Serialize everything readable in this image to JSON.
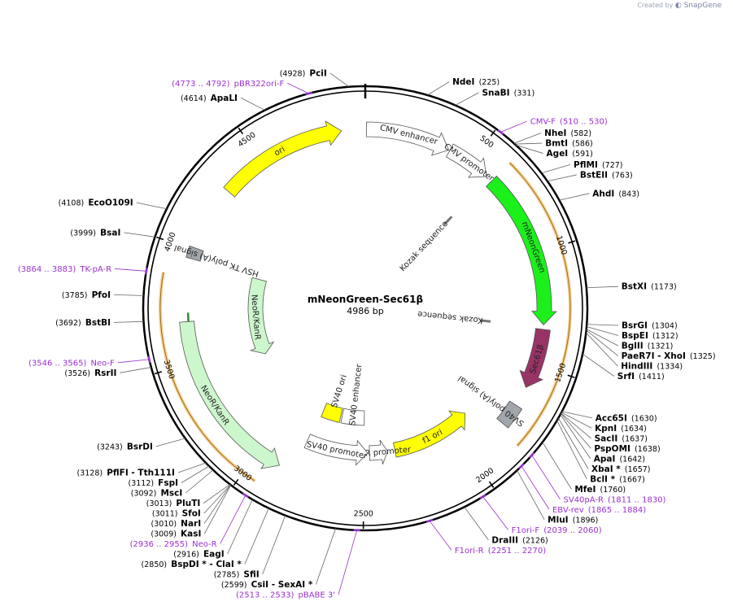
{
  "watermark": {
    "created_by": "Created by",
    "brand": "SnapGene"
  },
  "plasmid": {
    "name": "mNeonGreen-Sec61β",
    "length_label": "4986 bp",
    "length": 4986
  },
  "scale_ticks": [
    {
      "pos": 500,
      "label": "500"
    },
    {
      "pos": 1000,
      "label": "1000"
    },
    {
      "pos": 1500,
      "label": "1500"
    },
    {
      "pos": 2000,
      "label": "2000"
    },
    {
      "pos": 2500,
      "label": "2500"
    },
    {
      "pos": 3000,
      "label": "3000"
    },
    {
      "pos": 3500,
      "label": "3500"
    },
    {
      "pos": 4000,
      "label": "4000"
    },
    {
      "pos": 4500,
      "label": "4500"
    }
  ],
  "enzymes_right": [
    {
      "name": "NdeI",
      "pos": "(225)",
      "site": 225
    },
    {
      "name": "SnaBI",
      "pos": "(331)",
      "site": 331
    },
    {
      "name": "NheI",
      "pos": "(582)",
      "site": 582
    },
    {
      "name": "BmtI",
      "pos": "(586)",
      "site": 586
    },
    {
      "name": "AgeI",
      "pos": "(591)",
      "site": 591
    },
    {
      "name": "PflMI",
      "pos": "(727)",
      "site": 727
    },
    {
      "name": "BstEII",
      "pos": "(763)",
      "site": 763
    },
    {
      "name": "AhdI",
      "pos": "(843)",
      "site": 843
    },
    {
      "name": "BstXI",
      "pos": "(1173)",
      "site": 1173
    },
    {
      "name": "BsrGI",
      "pos": "(1304)",
      "site": 1304
    },
    {
      "name": "BspEI",
      "pos": "(1312)",
      "site": 1312
    },
    {
      "name": "BglII",
      "pos": "(1321)",
      "site": 1321
    },
    {
      "name": "PaeR7I - XhoI",
      "pos": "(1325)",
      "site": 1325
    },
    {
      "name": "HindIII",
      "pos": "(1334)",
      "site": 1334
    },
    {
      "name": "SrfI",
      "pos": "(1411)",
      "site": 1411
    },
    {
      "name": "Acc65I",
      "pos": "(1630)",
      "site": 1630
    },
    {
      "name": "KpnI",
      "pos": "(1634)",
      "site": 1634
    },
    {
      "name": "SacII",
      "pos": "(1637)",
      "site": 1637
    },
    {
      "name": "PspOMI",
      "pos": "(1638)",
      "site": 1638
    },
    {
      "name": "ApaI",
      "pos": "(1642)",
      "site": 1642
    },
    {
      "name": "XbaI *",
      "pos": "(1657)",
      "site": 1657
    },
    {
      "name": "BclI *",
      "pos": "(1667)",
      "site": 1667
    },
    {
      "name": "MfeI",
      "pos": "(1760)",
      "site": 1760
    },
    {
      "name": "MluI",
      "pos": "(1896)",
      "site": 1896
    },
    {
      "name": "DraIII",
      "pos": "(2126)",
      "site": 2126
    }
  ],
  "enzymes_left": [
    {
      "name": "PciI",
      "pos": "(4928)",
      "site": 4928
    },
    {
      "name": "ApaLI",
      "pos": "(4614)",
      "site": 4614
    },
    {
      "name": "EcoO109I",
      "pos": "(4108)",
      "site": 4108
    },
    {
      "name": "BsaI",
      "pos": "(3999)",
      "site": 3999
    },
    {
      "name": "PfoI",
      "pos": "(3785)",
      "site": 3785
    },
    {
      "name": "BstBI",
      "pos": "(3692)",
      "site": 3692
    },
    {
      "name": "RsrII",
      "pos": "(3526)",
      "site": 3526
    },
    {
      "name": "BsrDI",
      "pos": "(3243)",
      "site": 3243
    },
    {
      "name": "PflFI - Tth111I",
      "pos": "(3128)",
      "site": 3128
    },
    {
      "name": "FspI",
      "pos": "(3112)",
      "site": 3112
    },
    {
      "name": "MscI",
      "pos": "(3092)",
      "site": 3092
    },
    {
      "name": "PluTI",
      "pos": "(3013)",
      "site": 3013
    },
    {
      "name": "SfoI",
      "pos": "(3011)",
      "site": 3011
    },
    {
      "name": "NarI",
      "pos": "(3010)",
      "site": 3010
    },
    {
      "name": "KasI",
      "pos": "(3009)",
      "site": 3009
    },
    {
      "name": "EagI",
      "pos": "(2916)",
      "site": 2916
    },
    {
      "name": "BspDI * - ClaI *",
      "pos": "(2850)",
      "site": 2850
    },
    {
      "name": "SfiI",
      "pos": "(2785)",
      "site": 2785
    },
    {
      "name": "CsiI - SexAI *",
      "pos": "(2599)",
      "site": 2599
    }
  ],
  "primers": [
    {
      "name": "pBR322ori-F",
      "range": "(4773 .. 4792)",
      "site": 4782
    },
    {
      "name": "CMV-F",
      "range": "(510 .. 530)",
      "site": 520
    },
    {
      "name": "TK-pA-R",
      "range": "(3864 .. 3883)",
      "site": 3873
    },
    {
      "name": "Neo-F",
      "range": "(3546 .. 3565)",
      "site": 3555
    },
    {
      "name": "SV40pA-R",
      "range": "(1811 .. 1830)",
      "site": 1820
    },
    {
      "name": "EBV-rev",
      "range": "(1865 .. 1884)",
      "site": 1874
    },
    {
      "name": "F1ori-F",
      "range": "(2039 .. 2060)",
      "site": 2050
    },
    {
      "name": "F1ori-R",
      "range": "(2251 .. 2270)",
      "site": 2260
    },
    {
      "name": "pBABE 3'",
      "range": "(2513 .. 2533)",
      "site": 2523
    },
    {
      "name": "Neo-R",
      "range": "(2936 .. 2955)",
      "site": 2945
    }
  ],
  "features": [
    {
      "name": "ori",
      "start": 4300,
      "end": 4880,
      "ring": 1,
      "dir": 1,
      "color": "#ffff00"
    },
    {
      "name": "CMV enhancer",
      "start": 5,
      "end": 385,
      "ring": 1,
      "dir": 1,
      "color": "#ffffff"
    },
    {
      "name": "CMV promoter",
      "start": 390,
      "end": 590,
      "ring": 1,
      "dir": 1,
      "color": "#ffffff"
    },
    {
      "name": "mNeonGreen",
      "start": 620,
      "end": 1320,
      "ring": 1,
      "dir": 1,
      "color": "#1bf01b"
    },
    {
      "name": "Sec61β",
      "start": 1340,
      "end": 1610,
      "ring": 1,
      "dir": 1,
      "color": "#993366"
    },
    {
      "name": "SV40 poly(A) signal",
      "start": 1700,
      "end": 1800,
      "ring": 1,
      "dir": 0,
      "color": "#a0a6ab"
    },
    {
      "name": "f1 ori",
      "start": 1890,
      "end": 2330,
      "ring": 2,
      "dir": -1,
      "color": "#ffff00"
    },
    {
      "name": "AmpR promoter",
      "start": 2370,
      "end": 2470,
      "ring": 2,
      "dir": -1,
      "color": "#ffffff"
    },
    {
      "name": "SV40 promoter",
      "start": 2480,
      "end": 2820,
      "ring": 2,
      "dir": -1,
      "color": "#ffffff"
    },
    {
      "name": "SV40 ori",
      "start": 2670,
      "end": 2800,
      "ring": 3,
      "dir": 0,
      "color": "#ffff00"
    },
    {
      "name": "SV40 enhancer",
      "start": 2500,
      "end": 2660,
      "ring": 3,
      "dir": 0,
      "color": "#ffffff"
    },
    {
      "name": "NeoR/KanR",
      "start": 2890,
      "end": 3680,
      "ring": 1,
      "dir": -1,
      "color": "#ccf7cc"
    },
    {
      "name": "NeoR/KanR",
      "start": 3400,
      "end": 3950,
      "ring": 3,
      "dir": -1,
      "color": "#ccf7cc"
    },
    {
      "name": "HSV TK poly(A) signal",
      "start": 3960,
      "end": 4010,
      "ring": 1,
      "dir": 0,
      "color": "#a0a6ab"
    }
  ],
  "kozak": [
    {
      "name": "Kozak sequence",
      "site": 600
    },
    {
      "name": "Kozak sequence",
      "site": 1330
    }
  ],
  "annotation_arcs": [
    {
      "start": 620,
      "end": 1830,
      "color": "#f0a830"
    },
    {
      "start": 3560,
      "end": 3880,
      "color": "#f0a830"
    },
    {
      "start": 2945,
      "end": 3560,
      "color": "#f0a830"
    }
  ],
  "green_arc": {
    "start": 3500,
    "end": 3720,
    "color": "#2f8a2f"
  }
}
